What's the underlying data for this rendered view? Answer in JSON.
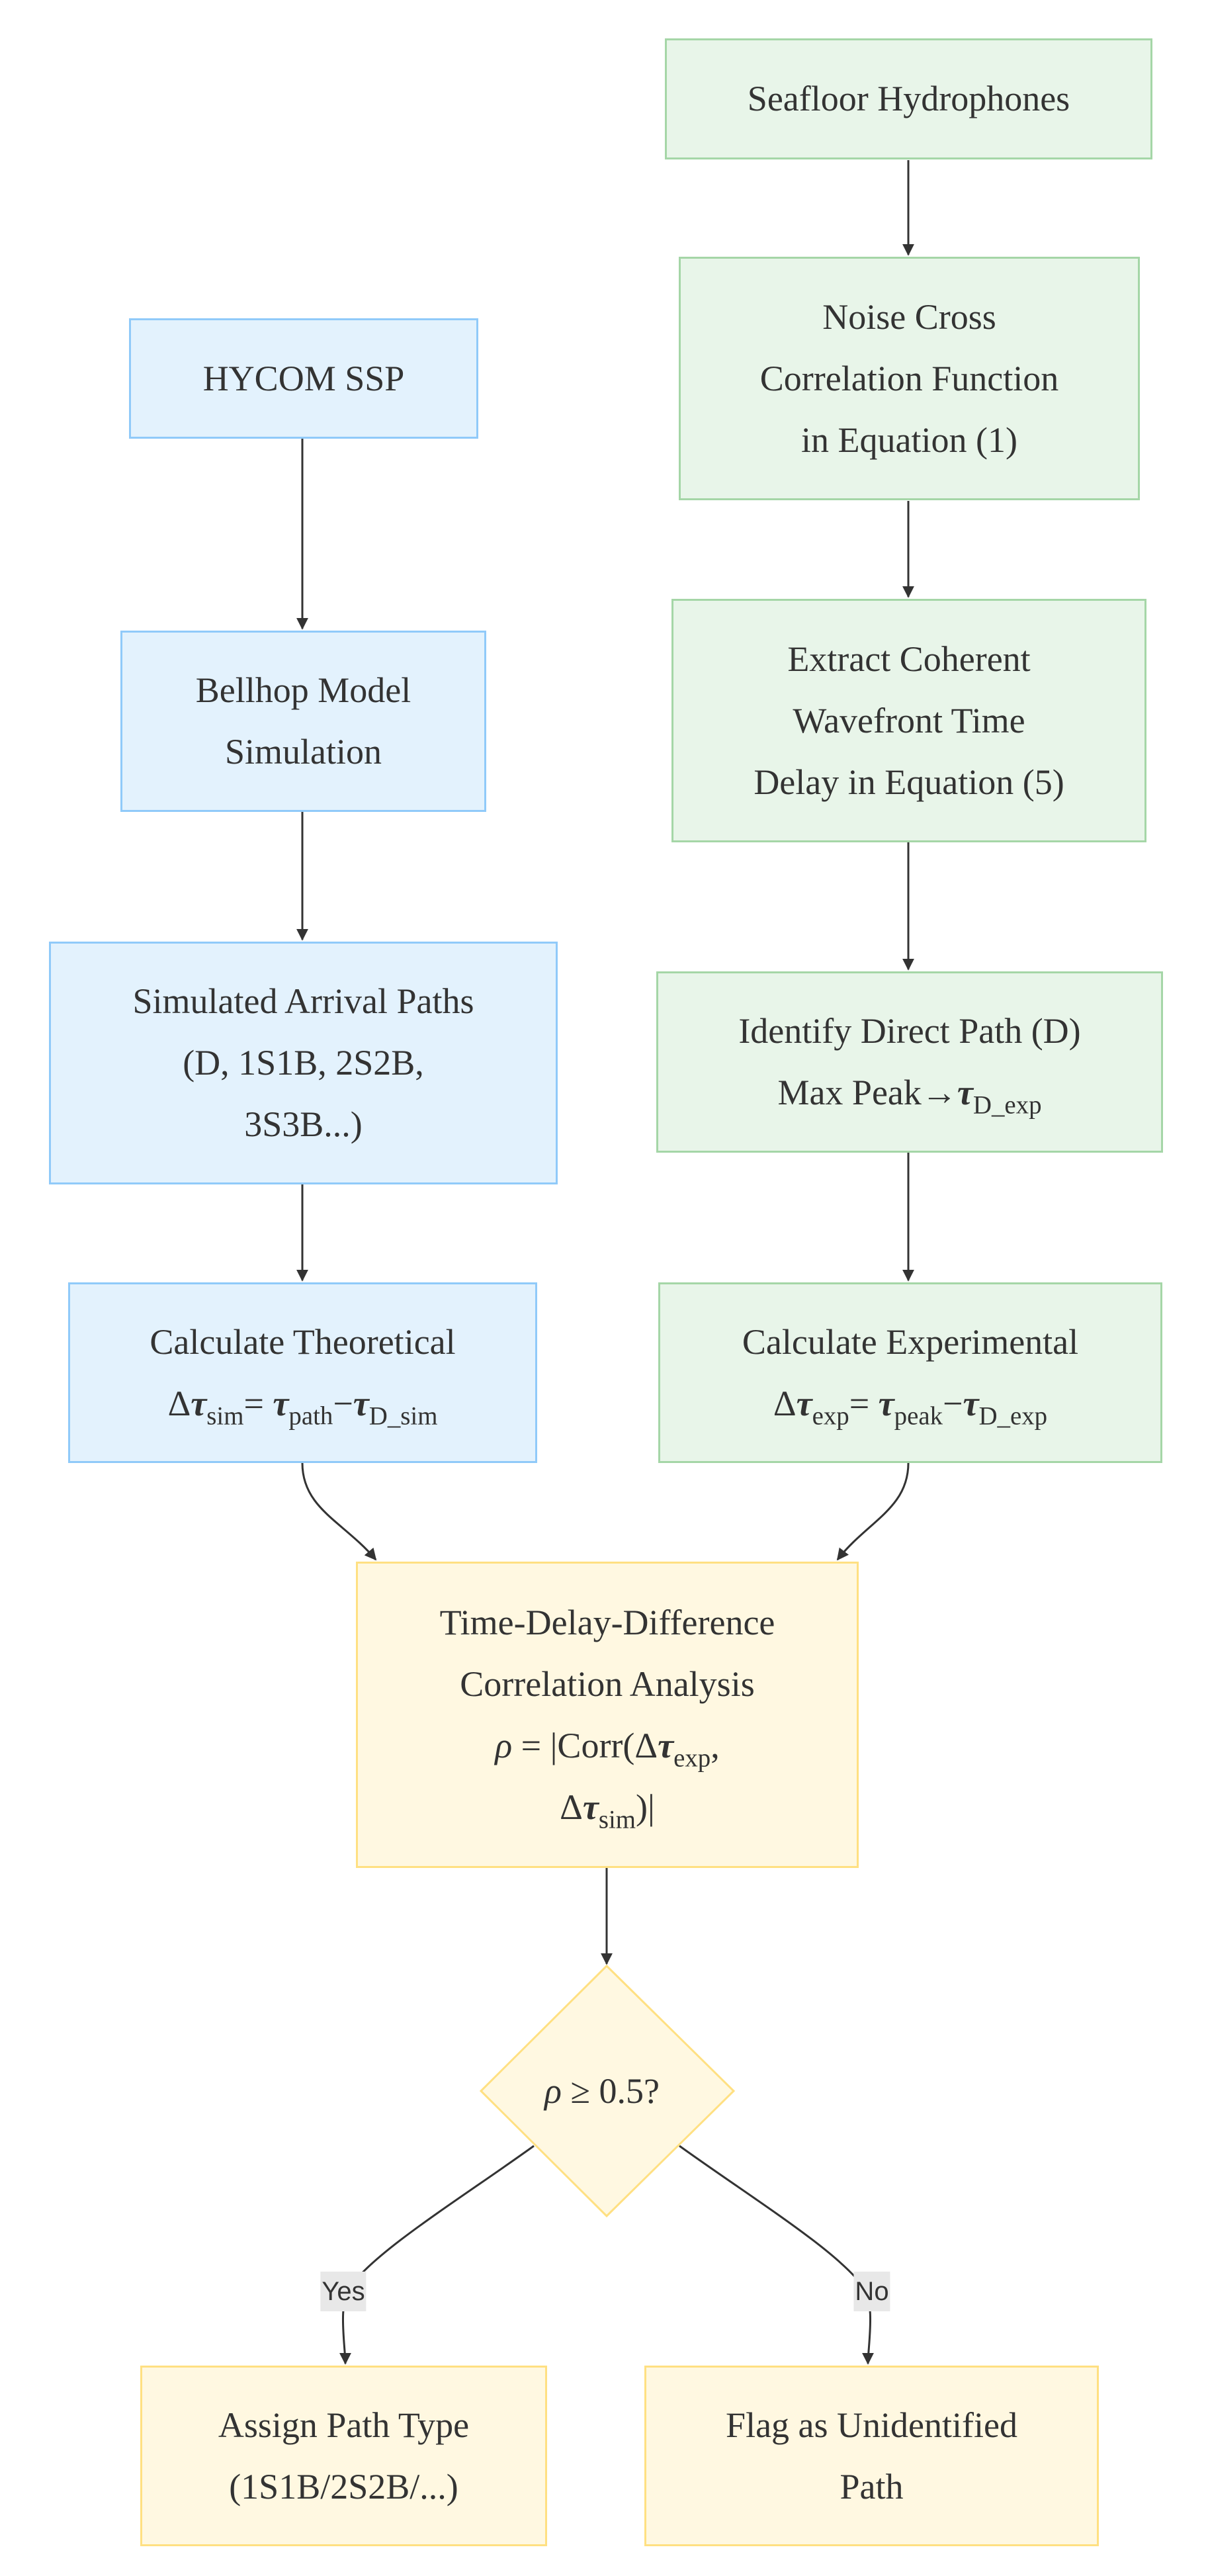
{
  "nodes": {
    "seafloor": "Seafloor Hydrophones",
    "hycom": "HYCOM SSP",
    "ncc": [
      "Noise Cross",
      "Correlation Function",
      "in Equation (1)"
    ],
    "bellhop": [
      "Bellhop Model",
      "Simulation"
    ],
    "extract": [
      "Extract Coherent",
      "Wavefront Time",
      "Delay in Equation (5)"
    ],
    "simulated": [
      "Simulated Arrival Paths",
      "(D, 1S1B, 2S2B,",
      "3S3B...)"
    ],
    "identify": {
      "line1": "Identify Direct Path (D)",
      "prefix": "Max Peak→",
      "tau": "τ",
      "sub": "D_exp"
    },
    "calc_theo": {
      "line1": "Calculate Theoretical",
      "delta": "Δ",
      "tau": "τ",
      "sub_sim": "sim",
      "eq": "= ",
      "sub_path": "path",
      "minus": "−",
      "sub_dsim": "D_sim"
    },
    "calc_exp": {
      "line1": "Calculate Experimental",
      "delta": "Δ",
      "tau": "τ",
      "sub_exp": "exp",
      "eq": "= ",
      "sub_peak": "peak",
      "minus": "−",
      "sub_dexp": "D_exp"
    },
    "analysis": {
      "line1": "Time-Delay-Difference",
      "line2": "Correlation Analysis",
      "rho": "ρ",
      "eq_corr": " = |Corr(Δ",
      "tau": "τ",
      "sub_exp": "exp",
      "comma": ",",
      "delta": "Δ",
      "sub_sim": "sim",
      "close": ")|"
    },
    "decision": {
      "rho": "ρ",
      "cond": " ≥ 0.5?"
    },
    "assign": [
      "Assign Path Type",
      "(1S1B/2S2B/...)"
    ],
    "flag": [
      "Flag as Unidentified",
      "Path"
    ]
  },
  "edges": {
    "yes_label": "Yes",
    "no_label": "No"
  },
  "colors": {
    "blue_fill": "#e3f2fd",
    "blue_border": "#90caf9",
    "green_fill": "#e8f5e9",
    "green_border": "#a5d6a7",
    "yellow_fill": "#fff8e1",
    "yellow_border": "#ffe082",
    "edge": "#333333"
  }
}
